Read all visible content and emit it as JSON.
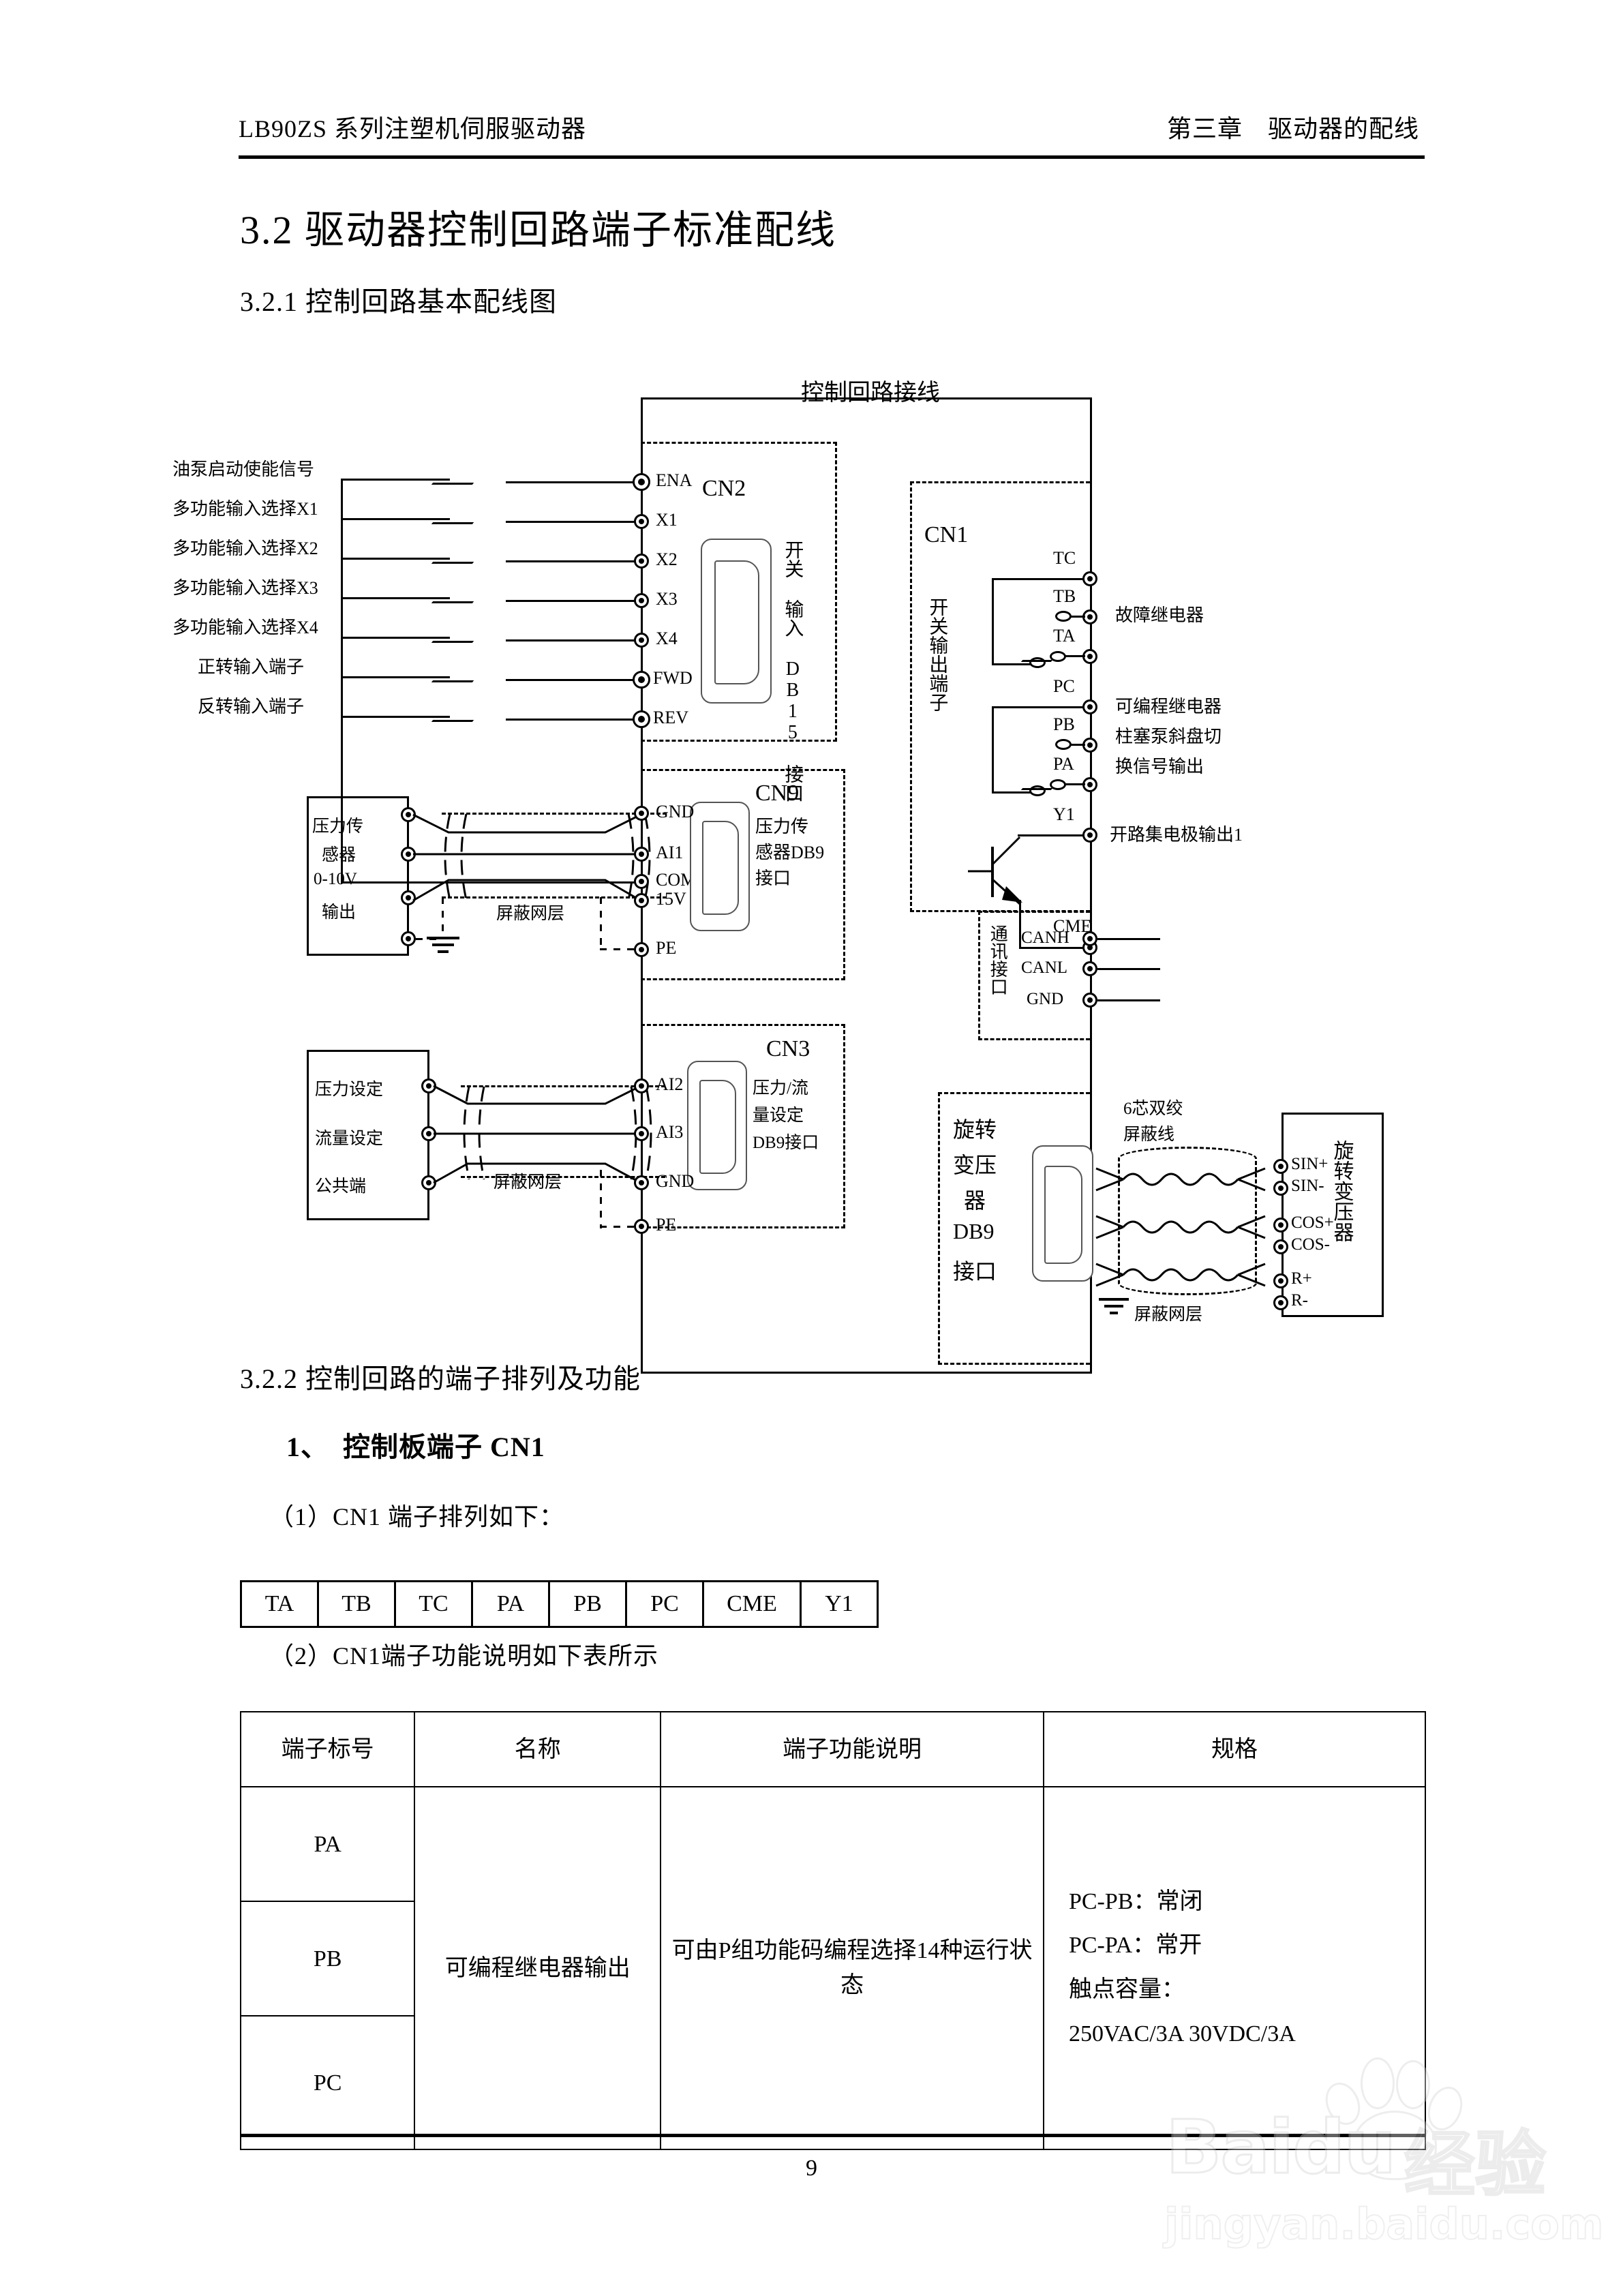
{
  "header": {
    "left": "LB90ZS 系列注塑机伺服驱动器",
    "right": "第三章　驱动器的配线"
  },
  "headings": {
    "section_3_2": "3.2  驱动器控制回路端子标准配线",
    "section_3_2_1": "3.2.1  控制回路基本配线图",
    "section_3_2_2": "3.2.2  控制回路的端子排列及功能",
    "item_1": "1、　控制板端子 CN1",
    "para_1": "（1）CN1  端子排列如下：",
    "para_2": "（2）CN1端子功能说明如下表所示"
  },
  "diagram": {
    "title": "控制回路接线",
    "cn2": {
      "name": "CN2",
      "interface_label": "开关\n输入\nDB15\n接口",
      "interface_label_lines": [
        "开关",
        "输入",
        "DB15",
        "接口"
      ],
      "inputs": [
        {
          "label": "油泵启动使能信号",
          "terminal": "ENA"
        },
        {
          "label": "多功能输入选择X1",
          "terminal": "X1"
        },
        {
          "label": "多功能输入选择X2",
          "terminal": "X2"
        },
        {
          "label": "多功能输入选择X3",
          "terminal": "X3"
        },
        {
          "label": "多功能输入选择X4",
          "terminal": "X4"
        },
        {
          "label": "正转输入端子",
          "terminal": "FWD"
        },
        {
          "label": "反转输入端子",
          "terminal": "REV"
        }
      ],
      "common_terminal": "COM"
    },
    "cn1": {
      "name": "CN1",
      "side_label_lines": [
        "开",
        "关",
        "输",
        "出",
        "端",
        "子"
      ],
      "side_label": "开关输出端子",
      "terminals": [
        "TC",
        "TB",
        "TA",
        "PC",
        "PB",
        "PA",
        "Y1",
        "CME"
      ],
      "annotations": {
        "fault_relay": "故障继电器",
        "programmable_relay_line1": "可编程继电器",
        "programmable_relay_line2": "柱塞泵斜盘切",
        "programmable_relay_line3": "换信号输出",
        "open_collector": "开路集电极输出1"
      }
    },
    "cn9": {
      "name": "CN9",
      "interface_label_lines": [
        "压力传",
        "感器DB9",
        "接口"
      ],
      "source_box_lines": [
        "压力传",
        "感器",
        "0-10V",
        "输出"
      ],
      "terminals": [
        "GND",
        "AI1",
        "15V",
        "PE"
      ],
      "shield_label": "屏蔽网层"
    },
    "cn3": {
      "name": "CN3",
      "interface_label_lines": [
        "压力/流",
        "量设定",
        "DB9接口"
      ],
      "source_labels": [
        "压力设定",
        "流量设定",
        "公共端"
      ],
      "terminals": [
        "AI2",
        "AI3",
        "GND",
        "PE"
      ],
      "shield_label": "屏蔽网层"
    },
    "comm": {
      "label_lines": [
        "通",
        "讯",
        "接",
        "口"
      ],
      "label": "通讯接口",
      "terminals": [
        "CANH",
        "CANL",
        "GND"
      ]
    },
    "resolver": {
      "interface_label_lines": [
        "旋转",
        "变压",
        "器",
        "DB9",
        "接口"
      ],
      "cable_label_lines": [
        "6芯双绞",
        "屏蔽线"
      ],
      "shield_label": "屏蔽网层",
      "device_label_lines": [
        "旋",
        "转",
        "变",
        "压",
        "器"
      ],
      "device_label": "旋转变压器",
      "terminals": [
        "SIN+",
        "SIN-",
        "COS+",
        "COS-",
        "R+",
        "R-"
      ]
    }
  },
  "cn1_terminal_row": [
    "TA",
    "TB",
    "TC",
    "PA",
    "PB",
    "PC",
    "CME",
    "Y1"
  ],
  "function_table": {
    "headers": [
      "端子标号",
      "名称",
      "端子功能说明",
      "规格"
    ],
    "rows": [
      {
        "terminal": "PA"
      },
      {
        "terminal": "PB"
      },
      {
        "terminal": "PC"
      }
    ],
    "name_cell": "可编程继电器输出",
    "function_cell": "可由P组功能码编程选择14种运行状态",
    "spec_lines": [
      "PC-PB：常闭",
      "PC-PA：常开",
      "触点容量：",
      "250VAC/3A        30VDC/3A"
    ]
  },
  "footer": {
    "page_number": "9"
  },
  "watermark": {
    "brand": "Baidu",
    "brand_cn": "经验",
    "url": "jingyan.baidu.com"
  }
}
